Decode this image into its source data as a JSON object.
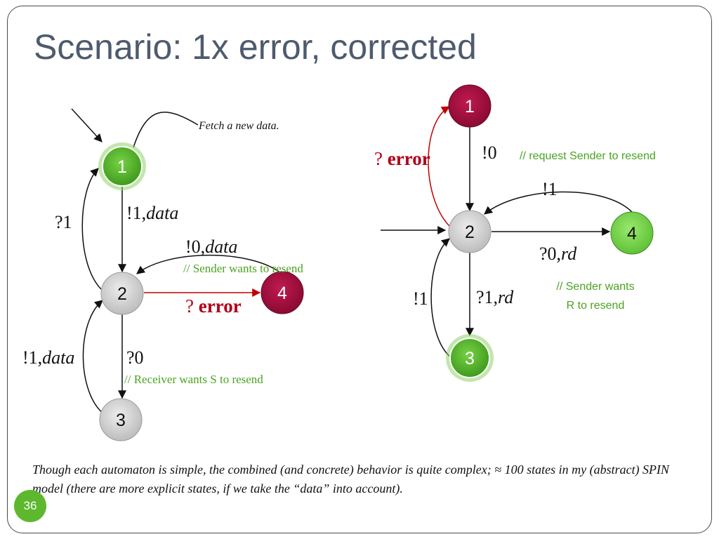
{
  "slide": {
    "title": "Scenario: 1x error, corrected",
    "page_number": "36",
    "caption_parts": [
      "Though each automaton is simple, the combined (and concrete) behavior is quite complex; ",
      "≈",
      " 100 states in my (abstract) SPIN model (there are more explicit states, if we take the “data” into account)."
    ]
  },
  "left_automaton": {
    "note": "Fetch a new data.",
    "nodes": [
      {
        "label": "1",
        "style": "green"
      },
      {
        "label": "2",
        "style": "gray"
      },
      {
        "label": "3",
        "style": "gray"
      },
      {
        "label": "4",
        "style": "red"
      }
    ],
    "edge_labels": {
      "q1": "?1",
      "send1_prefix": "!1,",
      "send1_data": "data",
      "send0_prefix": "!0,",
      "send0_data": "data",
      "sender_comment": "// Sender wants to resend",
      "error_q": "?",
      "error_word": "error",
      "resend1_prefix": "!1,",
      "resend1_data": "data",
      "q0": "?0",
      "receiver_comment": "// Receiver wants S to resend"
    }
  },
  "right_automaton": {
    "nodes": [
      {
        "label": "1",
        "style": "red"
      },
      {
        "label": "2",
        "style": "gray"
      },
      {
        "label": "3",
        "style": "green"
      },
      {
        "label": "4",
        "style": "lightgreen"
      }
    ],
    "edge_labels": {
      "error_q": "?",
      "error_word": "error",
      "send0": "!0",
      "request_comment": "// request Sender to resend",
      "send1_top": "!1",
      "q0_prefix": "?0,",
      "q0_rd": "rd",
      "sender_comment_1": "// Sender wants",
      "sender_comment_2": "R to resend",
      "send1_left": "!1",
      "q1_prefix": "?1,",
      "q1_rd": "rd"
    }
  },
  "colors": {
    "title": "#4e5b6e",
    "green_node": "#5db82e",
    "red_node": "#a3103e",
    "gray_node": "#d6d6d6",
    "lightgreen_node": "#7ed957",
    "error_text": "#b0001a",
    "comment_text": "#4aa321",
    "error_edge": "#c00000"
  }
}
